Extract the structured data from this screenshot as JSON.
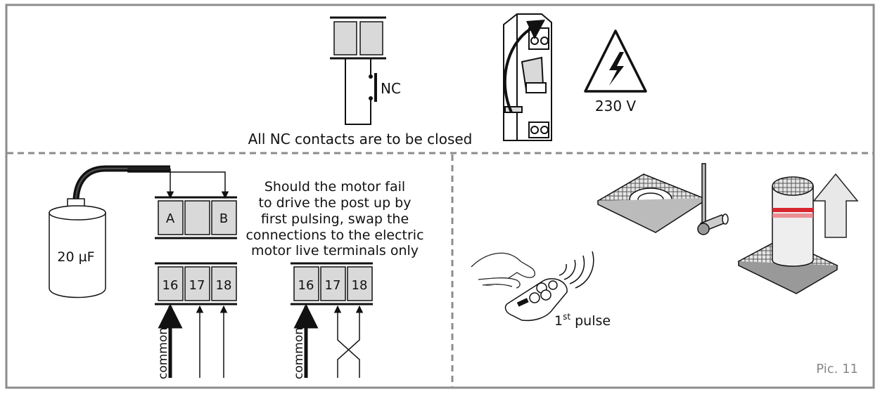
{
  "top": {
    "nc_label": "NC",
    "nc_caption": "All NC contacts are to be closed",
    "voltage_label": "230 V"
  },
  "bottom_left": {
    "capacitor_label": "20 µF",
    "terminals_top": [
      "A",
      "",
      "B"
    ],
    "terminals_standard": [
      "16",
      "17",
      "18"
    ],
    "terminals_swapped": [
      "16",
      "17",
      "18"
    ],
    "common_label": "common",
    "instruction_lines": [
      "Should the motor fail",
      "to drive the post up by",
      "first pulsing, swap the",
      "connections to the electric",
      "motor live terminals only"
    ]
  },
  "bottom_right": {
    "pulse_label": "1",
    "pulse_superscript": "st",
    "pulse_suffix": " pulse",
    "pic_label": "Pic. 11"
  },
  "colors": {
    "frame": "#8c8c8c",
    "terminal_fill": "#d9d9d9",
    "line": "#111111",
    "bollard_red": "#d8262e"
  }
}
